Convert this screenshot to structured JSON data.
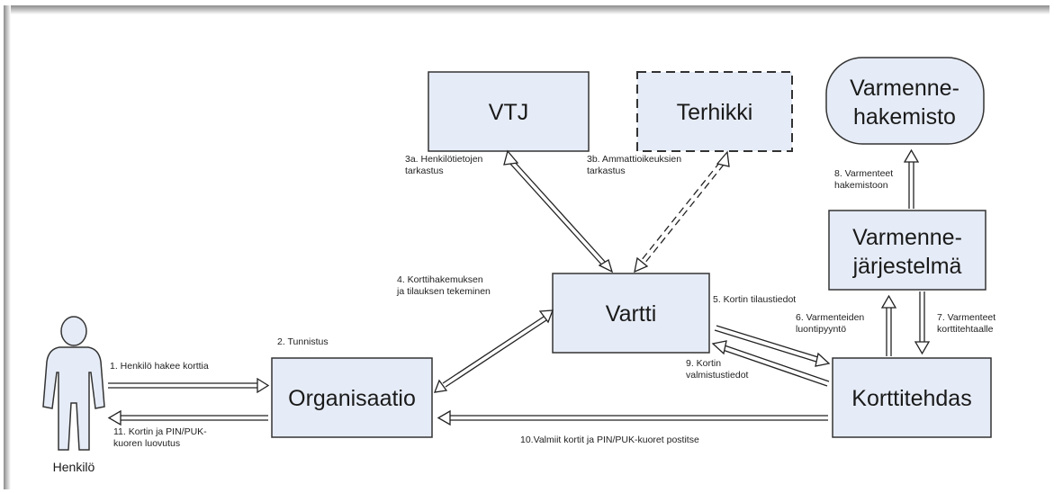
{
  "nodes": {
    "vtj": "VTJ",
    "terhikki": "Terhikki",
    "varmennehakemisto_line1": "Varmenne-",
    "varmennehakemisto_line2": "hakemisto",
    "varmennejarjestelma_line1": "Varmenne-",
    "varmennejarjestelma_line2": "järjestelmä",
    "vartti": "Vartti",
    "organisaatio": "Organisaatio",
    "korttitehdas": "Korttitehdas",
    "henkilo": "Henkilö"
  },
  "labels": {
    "step1": "1. Henkilö hakee korttia",
    "step2": "2. Tunnistus",
    "step3a_line1": "3a. Henkilötietojen",
    "step3a_line2": "tarkastus",
    "step3b_line1": "3b. Ammattioikeuksien",
    "step3b_line2": "tarkastus",
    "step4_line1": "4. Korttihakemuksen",
    "step4_line2": "ja tilauksen tekeminen",
    "step5": "5. Kortin tilaustiedot",
    "step6_line1": "6. Varmenteiden",
    "step6_line2": "luontipyyntö",
    "step7_line1": "7. Varmenteet",
    "step7_line2": "korttitehtaalle",
    "step8_line1": "8. Varmenteet",
    "step8_line2": "hakemistoon",
    "step9_line1": "9. Kortin",
    "step9_line2": "valmistustiedot",
    "step10": "10.Valmiit kortit ja PIN/PUK-kuoret postitse",
    "step11_line1": "11. Kortin ja PIN/PUK-",
    "step11_line2": "kuoren luovutus"
  },
  "colors": {
    "box_fill": "#e6ecf7",
    "box_stroke": "#333333",
    "arrow": "#222222"
  }
}
